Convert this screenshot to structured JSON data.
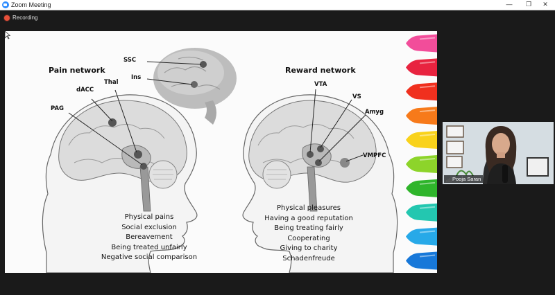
{
  "window": {
    "title": "Zoom Meeting",
    "min_label": "—",
    "max_label": "❐",
    "close_label": "✕"
  },
  "recording": {
    "label": "Recording"
  },
  "slide": {
    "pain": {
      "title": "Pain network",
      "labels": [
        "dACC",
        "Thal",
        "PAG"
      ],
      "items": [
        "Physical pains",
        "Social exclusion",
        "Bereavement",
        "Being treated unfairly",
        "Negative social comparison"
      ]
    },
    "top_brain": {
      "labels": [
        "SSC",
        "Ins"
      ]
    },
    "reward": {
      "title": "Reward network",
      "labels": [
        "VTA",
        "VS",
        "Amyg",
        "VMPFC"
      ],
      "items": [
        "Physical pleasures",
        "Having a good reputation",
        "Being treating fairly",
        "Cooperating",
        "Giving to charity",
        "Schadenfreude"
      ]
    },
    "crayon_colors": [
      "#f24d9a",
      "#e8233f",
      "#f0301e",
      "#f77a1a",
      "#f9d21b",
      "#8dd42a",
      "#2fb52b",
      "#23c7b0",
      "#27a9e8",
      "#1778d9"
    ]
  },
  "participant": {
    "name": "Pooja Saran"
  }
}
